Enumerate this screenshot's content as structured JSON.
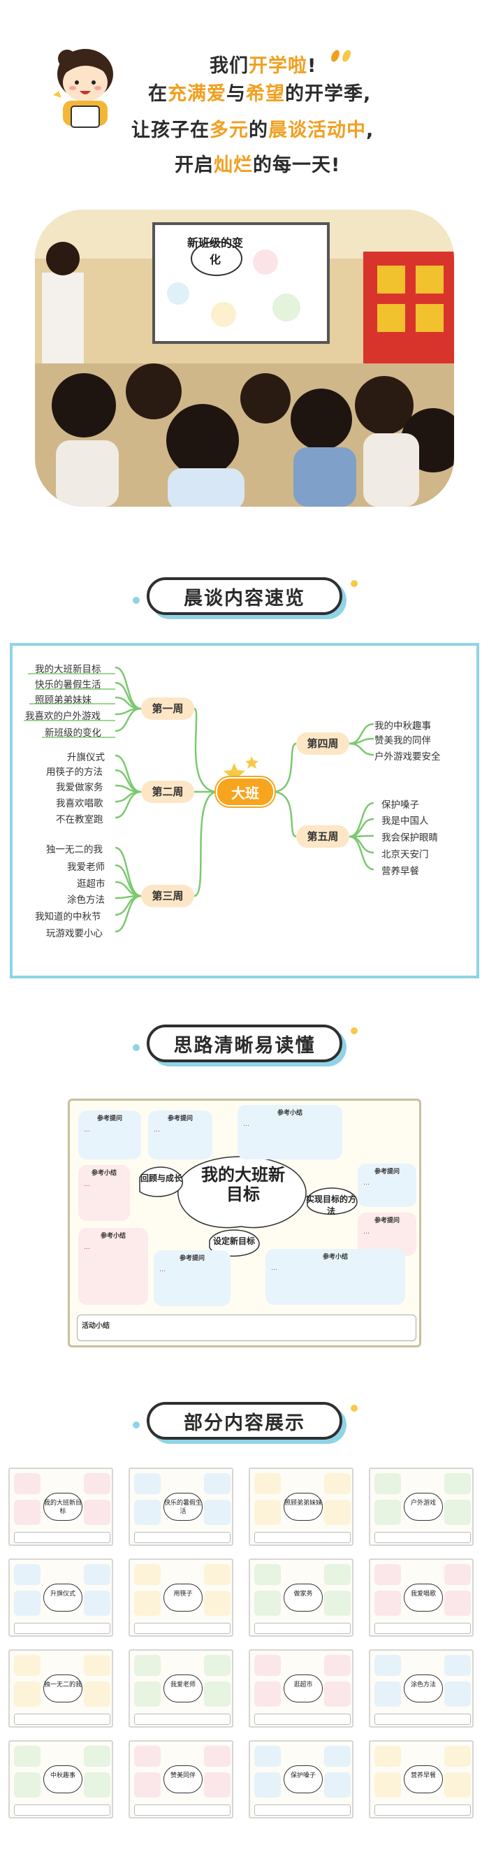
{
  "header": {
    "lines": [
      {
        "pre": "我们",
        "hl": "开学啦",
        "post": "!"
      },
      {
        "pre": "在",
        "hl": "充满爱",
        "mid": "与",
        "hl2": "希望",
        "post": "的开学季,"
      },
      {
        "pre": "让孩子在",
        "hl": "多元",
        "mid": "的",
        "hl2": "晨谈活动中",
        "post": ","
      },
      {
        "pre": "开启",
        "hl": "灿烂",
        "post": "的每一天!"
      }
    ]
  },
  "photo": {
    "board_title": "新班级的变化"
  },
  "sections": {
    "overview": "晨谈内容速览",
    "clear": "思路清晰易读懂",
    "showcase": "部分内容展示"
  },
  "mindmap": {
    "center": "大班",
    "weeks": [
      {
        "label": "第一周",
        "items": [
          "我的大班新目标",
          "快乐的暑假生活",
          "照顾弟弟妹妹",
          "我喜欢的户外游戏",
          "新班级的变化"
        ]
      },
      {
        "label": "第二周",
        "items": [
          "升旗仪式",
          "用筷子的方法",
          "我爱做家务",
          "我喜欢唱歌",
          "不在教室跑"
        ]
      },
      {
        "label": "第三周",
        "items": [
          "独一无二的我",
          "我爱老师",
          "逛超市",
          "涂色方法",
          "我知道的中秋节",
          "玩游戏要小心"
        ]
      },
      {
        "label": "第四周",
        "items": [
          "我的中秋趣事",
          "赞美我的同伴",
          "户外游戏要安全"
        ]
      },
      {
        "label": "第五周",
        "items": [
          "保护嗓子",
          "我是中国人",
          "我会保护眼睛",
          "北京天安门",
          "营养早餐"
        ]
      }
    ]
  },
  "poster": {
    "title": "我的大班新目标",
    "branches": [
      "回顾与成长",
      "设定新目标",
      "实现目标的方法"
    ],
    "box_title": "参考提问",
    "tip_title": "参考小结",
    "footer_label": "活动小结"
  },
  "thumbs": [
    "我的大班新目标",
    "快乐的暑假生活",
    "照顾弟弟妹妹",
    "户外游戏",
    "升旗仪式",
    "用筷子",
    "做家务",
    "我爱唱歌",
    "独一无二的我",
    "我爱老师",
    "逛超市",
    "涂色方法",
    "中秋趣事",
    "赞美同伴",
    "保护嗓子",
    "营养早餐"
  ]
}
